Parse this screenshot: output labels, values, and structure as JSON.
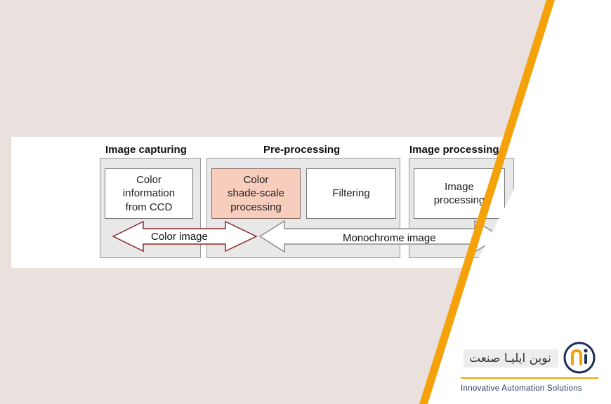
{
  "diagram": {
    "sections": [
      {
        "title": "Image capturing",
        "steps": [
          "Color\ninformation\nfrom CCD"
        ]
      },
      {
        "title": "Pre-processing",
        "steps": [
          "Color\nshade-scale\nprocessing",
          "Filtering"
        ]
      },
      {
        "title": "Image processing",
        "steps": [
          "Image\nprocessing"
        ]
      }
    ],
    "arrows": {
      "color": "Color image",
      "mono": "Monochrome image"
    }
  },
  "branding": {
    "name_fa": "نوین ایلیـا صنعت",
    "tagline": "Innovative Automation Solutions",
    "colors": {
      "accent": "#f5a10a",
      "navy": "#1f2e55"
    },
    "icon": "ni-monogram-icon"
  }
}
